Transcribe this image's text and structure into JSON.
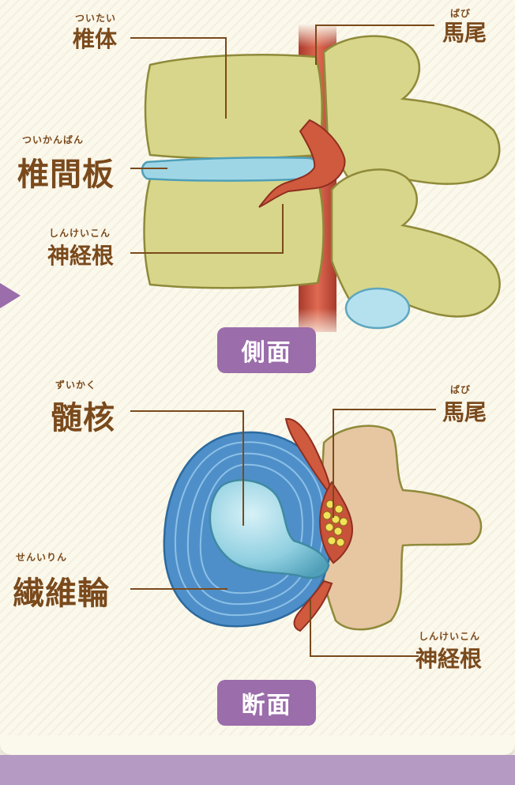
{
  "side_view": {
    "vertebral_body": {
      "ruby": "ついたい",
      "text": "椎体"
    },
    "cauda_equina": {
      "ruby": "ばび",
      "text": "馬尾"
    },
    "disc": {
      "ruby": "ついかんばん",
      "text": "椎間板"
    },
    "nerve_root": {
      "ruby": "しんけいこん",
      "text": "神経根"
    },
    "caption": "側面"
  },
  "cross_section": {
    "nucleus": {
      "ruby": "ずいかく",
      "text": "髄核"
    },
    "cauda_equina": {
      "ruby": "ばび",
      "text": "馬尾"
    },
    "annulus": {
      "ruby": "せんいりん",
      "text": "繊維輪"
    },
    "nerve_root": {
      "ruby": "しんけいこん",
      "text": "神経根"
    },
    "caption": "断面"
  },
  "colors": {
    "bone": "#d8d68a",
    "disc": "#9fd6e6",
    "nerve": "#c8523a",
    "annulus": "#4f8fc9",
    "caption_bg": "#9b6dab",
    "label": "#7a4a1c"
  }
}
